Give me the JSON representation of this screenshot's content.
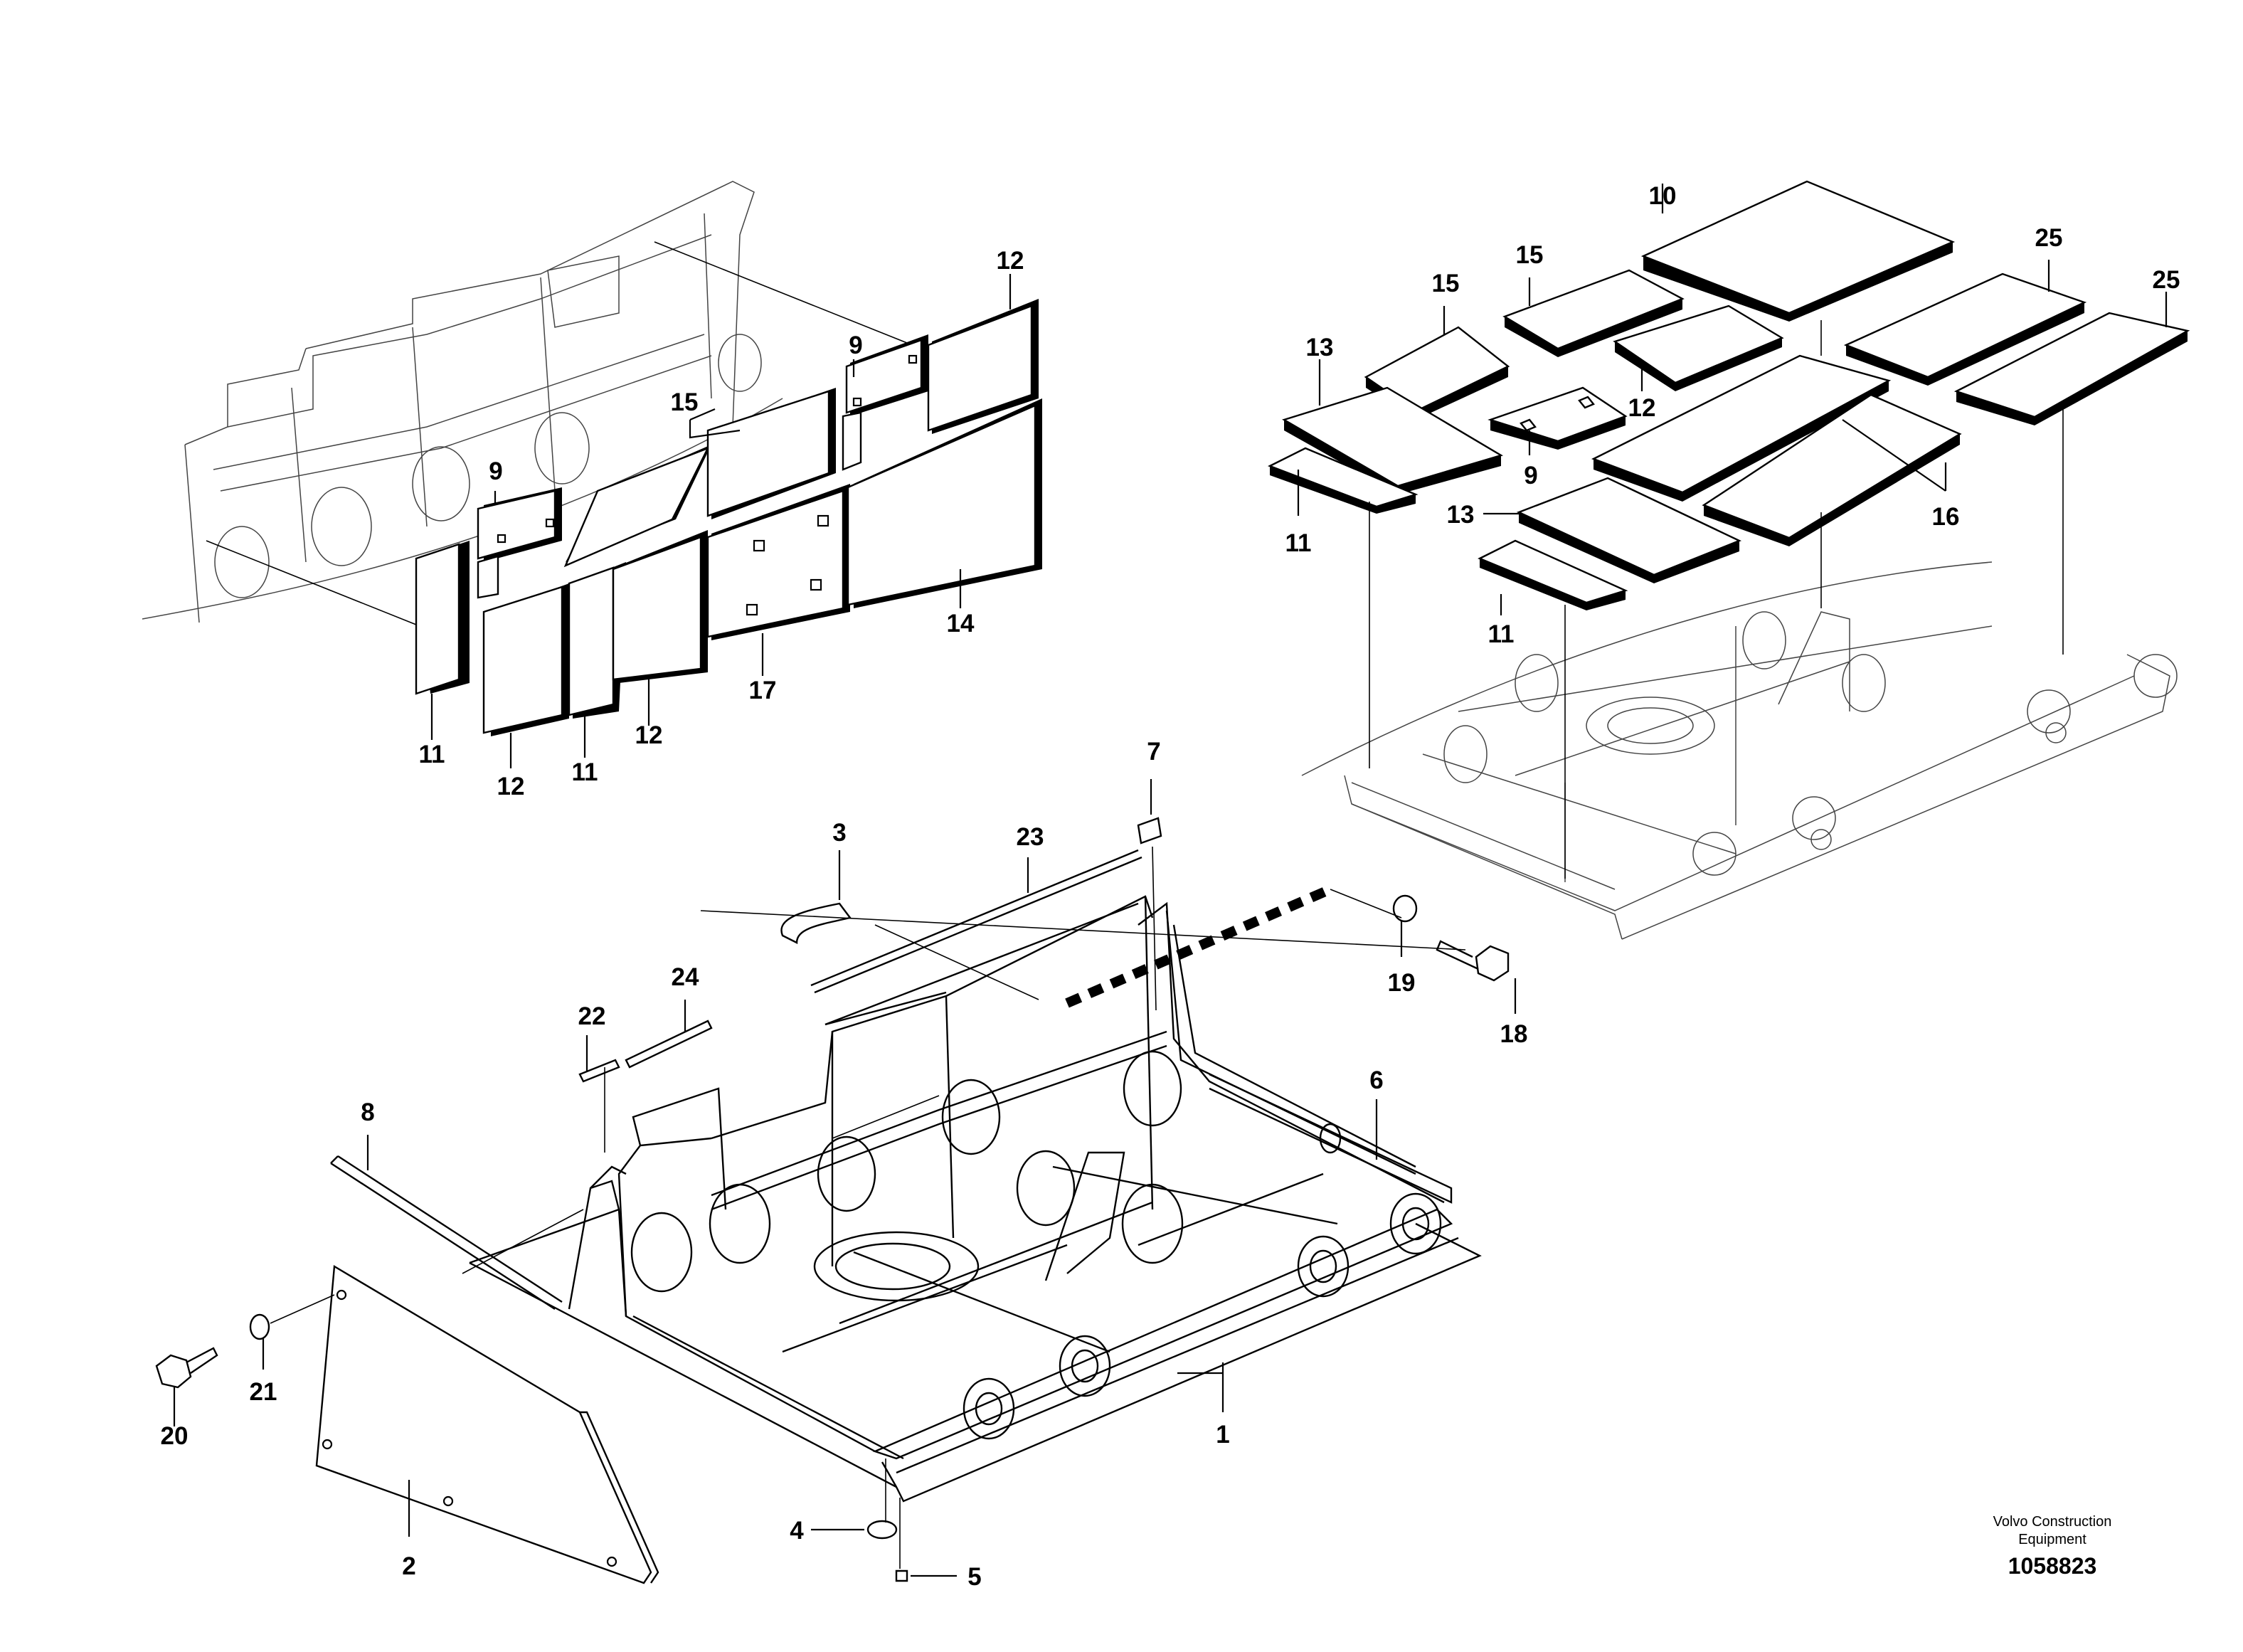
{
  "drawing": {
    "callouts": {
      "c1": "1",
      "c2": "2",
      "c3": "3",
      "c4": "4",
      "c5": "5",
      "c6": "6",
      "c7": "7",
      "c8": "8",
      "c18": "18",
      "c19": "19",
      "c20": "20",
      "c21": "21",
      "c22": "22",
      "c23": "23",
      "c24": "24",
      "l9a": "9",
      "l9b": "9",
      "l11a": "11",
      "l11b": "11",
      "l12a": "12",
      "l12b": "12",
      "l12c": "12",
      "l14": "14",
      "l15": "15",
      "l17": "17",
      "r9": "9",
      "r10": "10",
      "r11a": "11",
      "r11b": "11",
      "r12": "12",
      "r13a": "13",
      "r13b": "13",
      "r15a": "15",
      "r15b": "15",
      "r16": "16",
      "r25a": "25",
      "r25b": "25"
    },
    "footer": {
      "brand_line1": "Volvo Construction",
      "brand_line2": "Equipment",
      "doc_number": "1058823"
    }
  }
}
